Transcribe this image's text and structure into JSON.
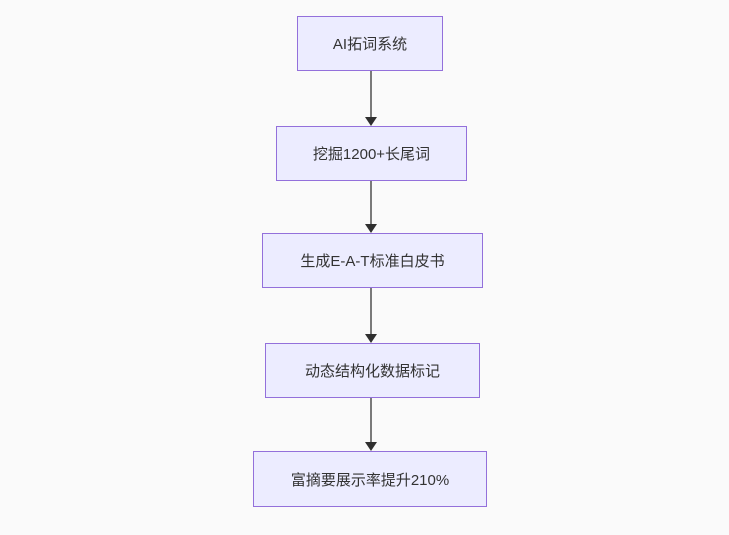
{
  "flowchart": {
    "type": "flowchart-top-down",
    "nodes": [
      {
        "label": "AI拓词系统"
      },
      {
        "label": "挖掘1200+长尾词"
      },
      {
        "label": "生成E-A-T标准白皮书"
      },
      {
        "label": "动态结构化数据标记"
      },
      {
        "label": "富摘要展示率提升210%"
      }
    ],
    "edges": [
      {
        "from": 0,
        "to": 1
      },
      {
        "from": 1,
        "to": 2
      },
      {
        "from": 2,
        "to": 3
      },
      {
        "from": 3,
        "to": 4
      }
    ],
    "colors": {
      "bg": "#fafafa",
      "node-fill": "#ECECFF",
      "node-border": "#9370DB",
      "edge-line": "#7a7a7a",
      "edge-head": "#2f2f2f",
      "text": "#333333"
    }
  }
}
